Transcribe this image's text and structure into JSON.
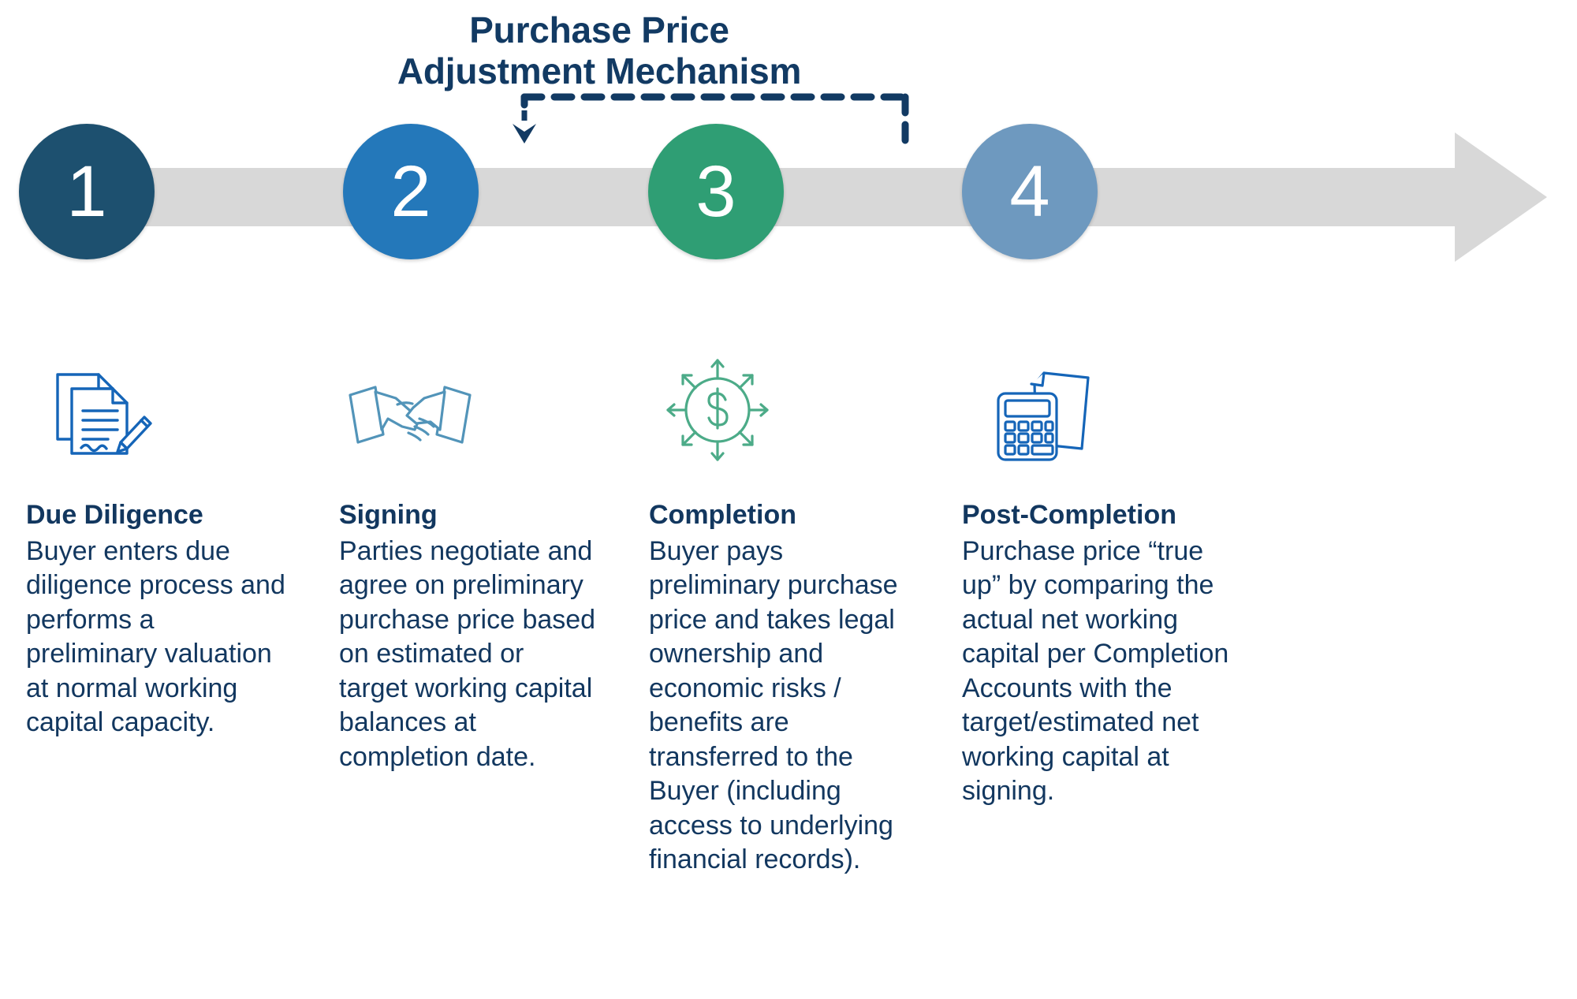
{
  "diagram": {
    "title_line1": "Purchase Price",
    "title_line2": "Adjustment Mechanism",
    "connector_name": "purchase-price-adjustment-bracket",
    "colors": {
      "title_text": "#123a63",
      "body_text": "#12375f",
      "step1": "#1d506f",
      "step2": "#2478ba",
      "step3": "#2f9e74",
      "step4": "#6e99bf",
      "timeline_arrow": "#d8d8d8",
      "connector": "#123a63",
      "icon_blue_dark": "#1565b8",
      "icon_blue_light": "#5294b9",
      "icon_green": "#4cab88",
      "icon_blue_mid": "#1565b8"
    },
    "steps": [
      {
        "number": "1",
        "heading": "Due Diligence",
        "body": "Buyer enters due diligence process and performs a preliminary valuation at normal working capital capacity.",
        "icon": "documents-with-pen-icon",
        "circle_color": "#1d506f"
      },
      {
        "number": "2",
        "heading": "Signing",
        "body": "Parties negotiate and agree on preliminary purchase price based on estimated or target working capital balances at completion date.",
        "icon": "handshake-icon",
        "circle_color": "#2478ba"
      },
      {
        "number": "3",
        "heading": "Completion",
        "body": "Buyer pays preliminary purchase price and takes legal ownership and economic risks / benefits are transferred to the Buyer (including access to underlying financial records).",
        "icon": "dollar-circle-arrows-icon",
        "circle_color": "#2f9e74"
      },
      {
        "number": "4",
        "heading": "Post-Completion",
        "body": "Purchase price “true up” by comparing the actual net working capital per Completion Accounts with the target/estimated net working capital at signing.",
        "icon": "calculator-with-document-icon",
        "circle_color": "#6e99bf"
      }
    ]
  }
}
